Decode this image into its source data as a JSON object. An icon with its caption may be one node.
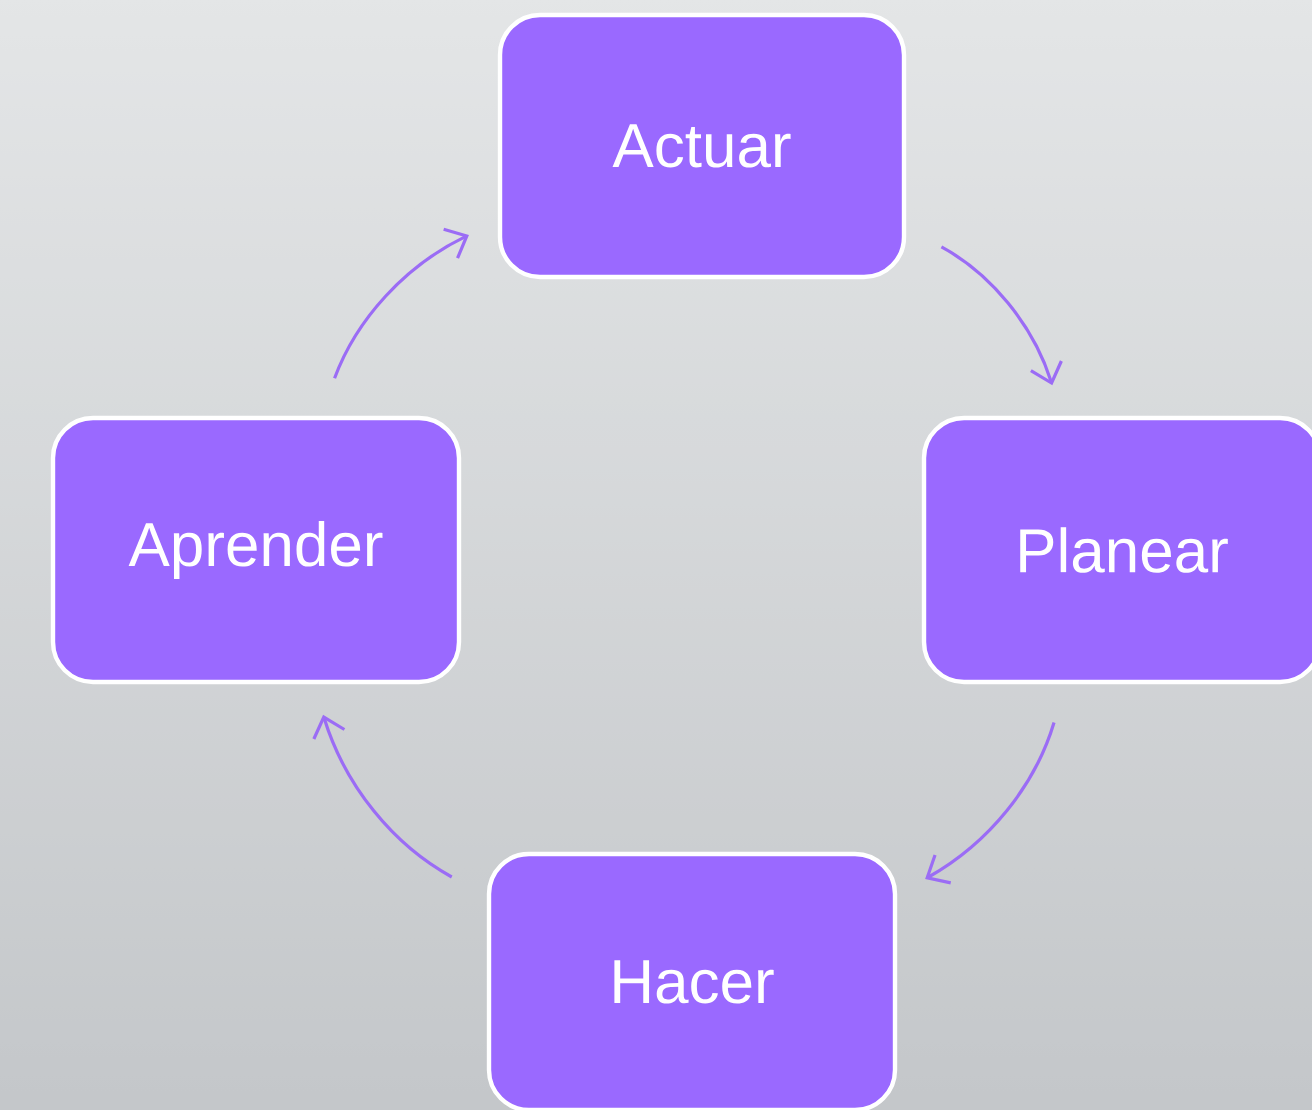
{
  "diagram": {
    "nodes": [
      {
        "text": [
          "Actuar"
        ]
      },
      {
        "text": [
          "Planear"
        ]
      },
      {
        "text": [
          "Hacer"
        ]
      },
      {
        "text": [
          "Aprender"
        ]
      }
    ],
    "edges": [
      {
        "from": 0,
        "to": 1,
        "arrow": "to"
      },
      {
        "from": 1,
        "to": 2,
        "arrow": "to"
      },
      {
        "from": 2,
        "to": 3,
        "arrow": "to"
      },
      {
        "from": 3,
        "to": 0,
        "arrow": "to"
      }
    ]
  }
}
